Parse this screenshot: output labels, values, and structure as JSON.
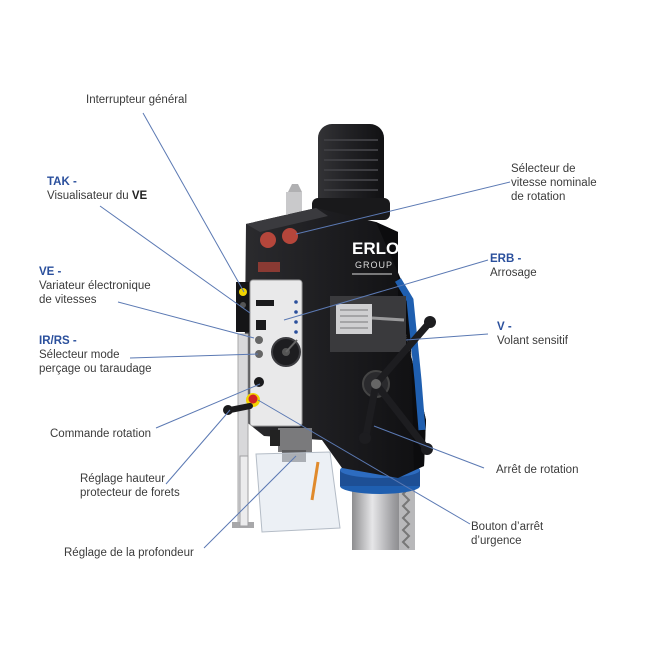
{
  "brand": {
    "line1": "ERLO",
    "line2": "GROUP"
  },
  "colors": {
    "accent": "#2a4f9c",
    "machine_body": "#1f1f22",
    "panel": "#e9e9ea",
    "blue_band": "#1f5fb0",
    "leader": "#5b79b3"
  },
  "labels": {
    "interrupteur": "Interrupteur général",
    "tak_code": "TAK -",
    "tak_text_pre": "Visualisateur du ",
    "tak_text_b": "VE",
    "ve_code": "VE -",
    "ve_line1": "Variateur électronique",
    "ve_line2": "de vitesses",
    "irrs_code": "IR/RS -",
    "irrs_line1": "Sélecteur mode",
    "irrs_line2": "perçage ou taraudage",
    "commande": "Commande rotation",
    "hauteur_line1": "Réglage hauteur",
    "hauteur_line2": "protecteur de forets",
    "profondeur": "Réglage de la profondeur",
    "selecteur_line1": "Sélecteur de",
    "selecteur_line2": "vitesse nominale",
    "selecteur_line3": "de rotation",
    "erb_code": "ERB -",
    "erb_text": "Arrosage",
    "v_code": "V -",
    "v_text": "Volant sensitif",
    "arret": "Arrêt de rotation",
    "urgence_line1": "Bouton d’arrêt",
    "urgence_line2": "d’urgence"
  }
}
